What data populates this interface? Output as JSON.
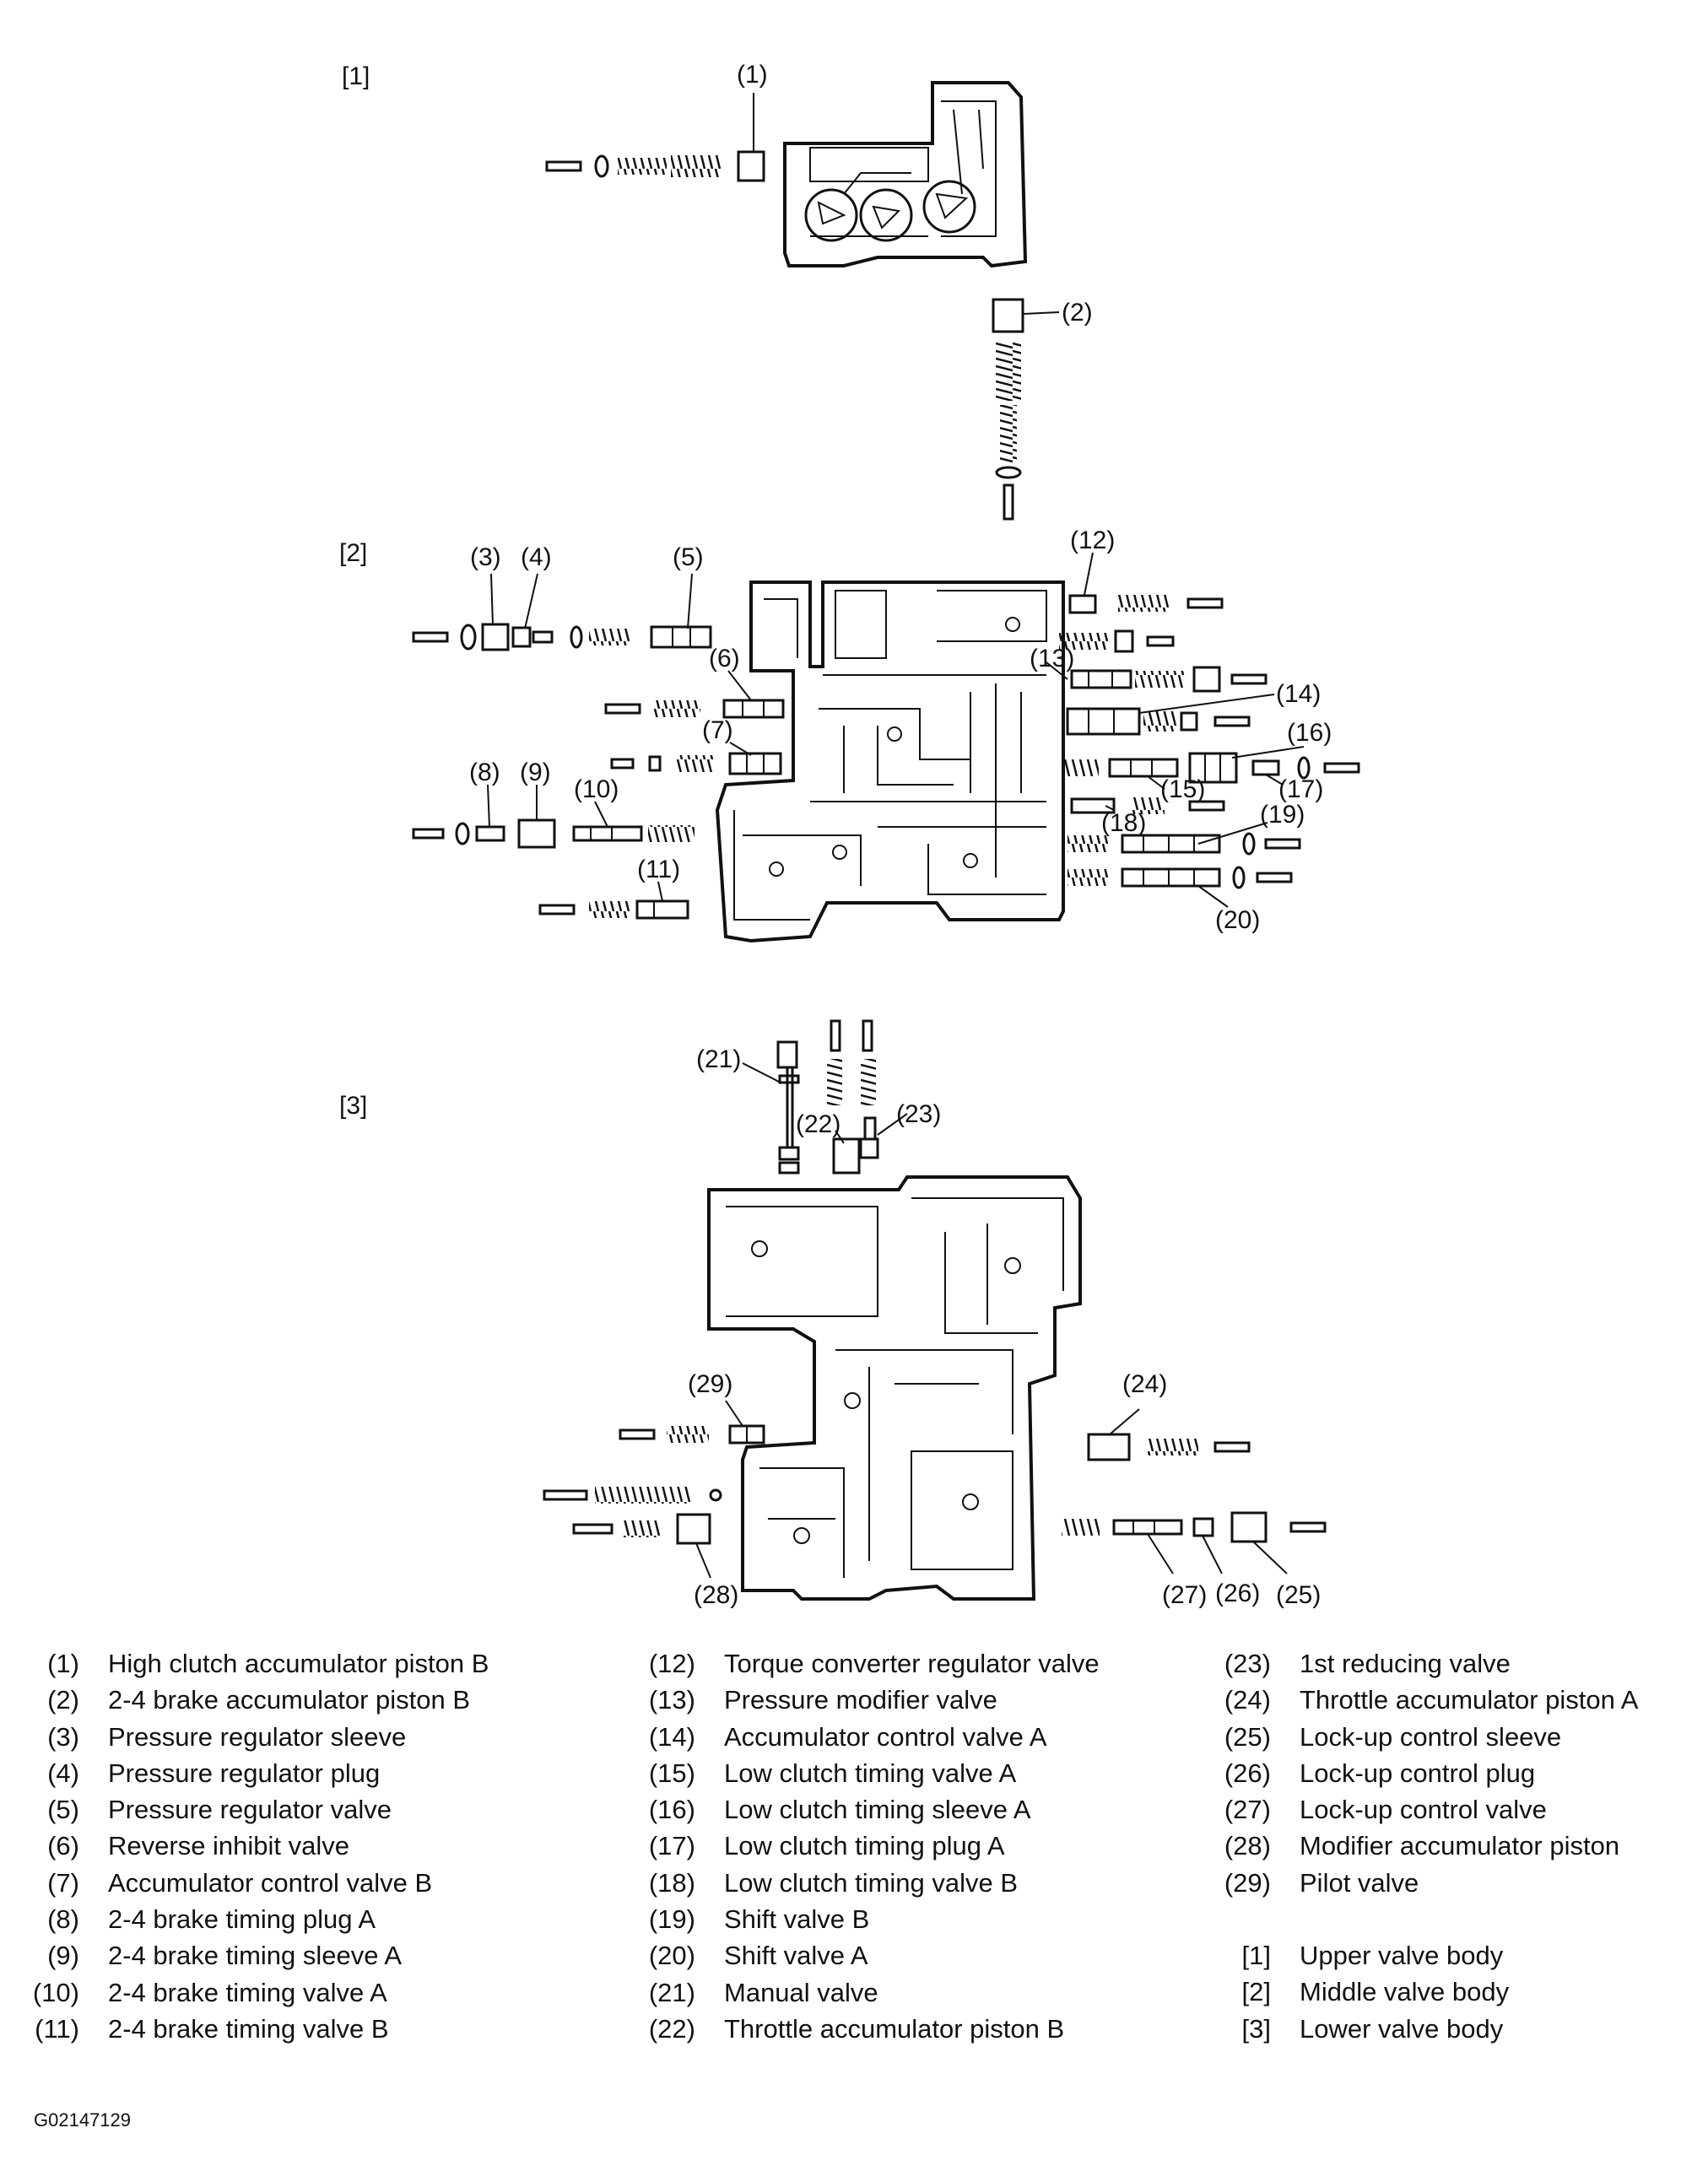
{
  "sections": {
    "upper": "[1]",
    "middle": "[2]",
    "lower": "[3]"
  },
  "callouts": [
    "(1)",
    "(2)",
    "(3)",
    "(4)",
    "(5)",
    "(6)",
    "(7)",
    "(8)",
    "(9)",
    "(10)",
    "(11)",
    "(12)",
    "(13)",
    "(14)",
    "(15)",
    "(16)",
    "(17)",
    "(18)",
    "(19)",
    "(20)",
    "(21)",
    "(22)",
    "(23)",
    "(24)",
    "(25)",
    "(26)",
    "(27)",
    "(28)",
    "(29)"
  ],
  "legend": {
    "col1": [
      {
        "num": "(1)",
        "label": "High clutch accumulator piston B"
      },
      {
        "num": "(2)",
        "label": "2-4 brake accumulator piston B"
      },
      {
        "num": "(3)",
        "label": "Pressure regulator sleeve"
      },
      {
        "num": "(4)",
        "label": "Pressure regulator plug"
      },
      {
        "num": "(5)",
        "label": "Pressure regulator valve"
      },
      {
        "num": "(6)",
        "label": "Reverse inhibit valve"
      },
      {
        "num": "(7)",
        "label": "Accumulator control valve B"
      },
      {
        "num": "(8)",
        "label": "2-4 brake timing plug A"
      },
      {
        "num": "(9)",
        "label": "2-4 brake timing sleeve A"
      },
      {
        "num": "(10)",
        "label": "2-4 brake timing valve A"
      },
      {
        "num": "(11)",
        "label": "2-4 brake timing valve B"
      }
    ],
    "col2": [
      {
        "num": "(12)",
        "label": "Torque converter regulator valve"
      },
      {
        "num": "(13)",
        "label": "Pressure modifier valve"
      },
      {
        "num": "(14)",
        "label": "Accumulator control valve A"
      },
      {
        "num": "(15)",
        "label": "Low clutch timing valve A"
      },
      {
        "num": "(16)",
        "label": "Low clutch timing sleeve A"
      },
      {
        "num": "(17)",
        "label": "Low clutch timing plug A"
      },
      {
        "num": "(18)",
        "label": "Low clutch timing valve B"
      },
      {
        "num": "(19)",
        "label": "Shift valve B"
      },
      {
        "num": "(20)",
        "label": "Shift valve A"
      },
      {
        "num": "(21)",
        "label": "Manual valve"
      },
      {
        "num": "(22)",
        "label": "Throttle accumulator piston B"
      }
    ],
    "col3": [
      {
        "num": "(23)",
        "label": "1st reducing valve"
      },
      {
        "num": "(24)",
        "label": "Throttle accumulator piston A"
      },
      {
        "num": "(25)",
        "label": "Lock-up control sleeve"
      },
      {
        "num": "(26)",
        "label": "Lock-up control plug"
      },
      {
        "num": "(27)",
        "label": "Lock-up control valve"
      },
      {
        "num": "(28)",
        "label": "Modifier accumulator piston"
      },
      {
        "num": "(29)",
        "label": "Pilot valve"
      }
    ],
    "bodies": [
      {
        "num": "[1]",
        "label": "Upper valve body"
      },
      {
        "num": "[2]",
        "label": "Middle valve body"
      },
      {
        "num": "[3]",
        "label": "Lower valve body"
      }
    ]
  },
  "figure_id": "G02147129"
}
